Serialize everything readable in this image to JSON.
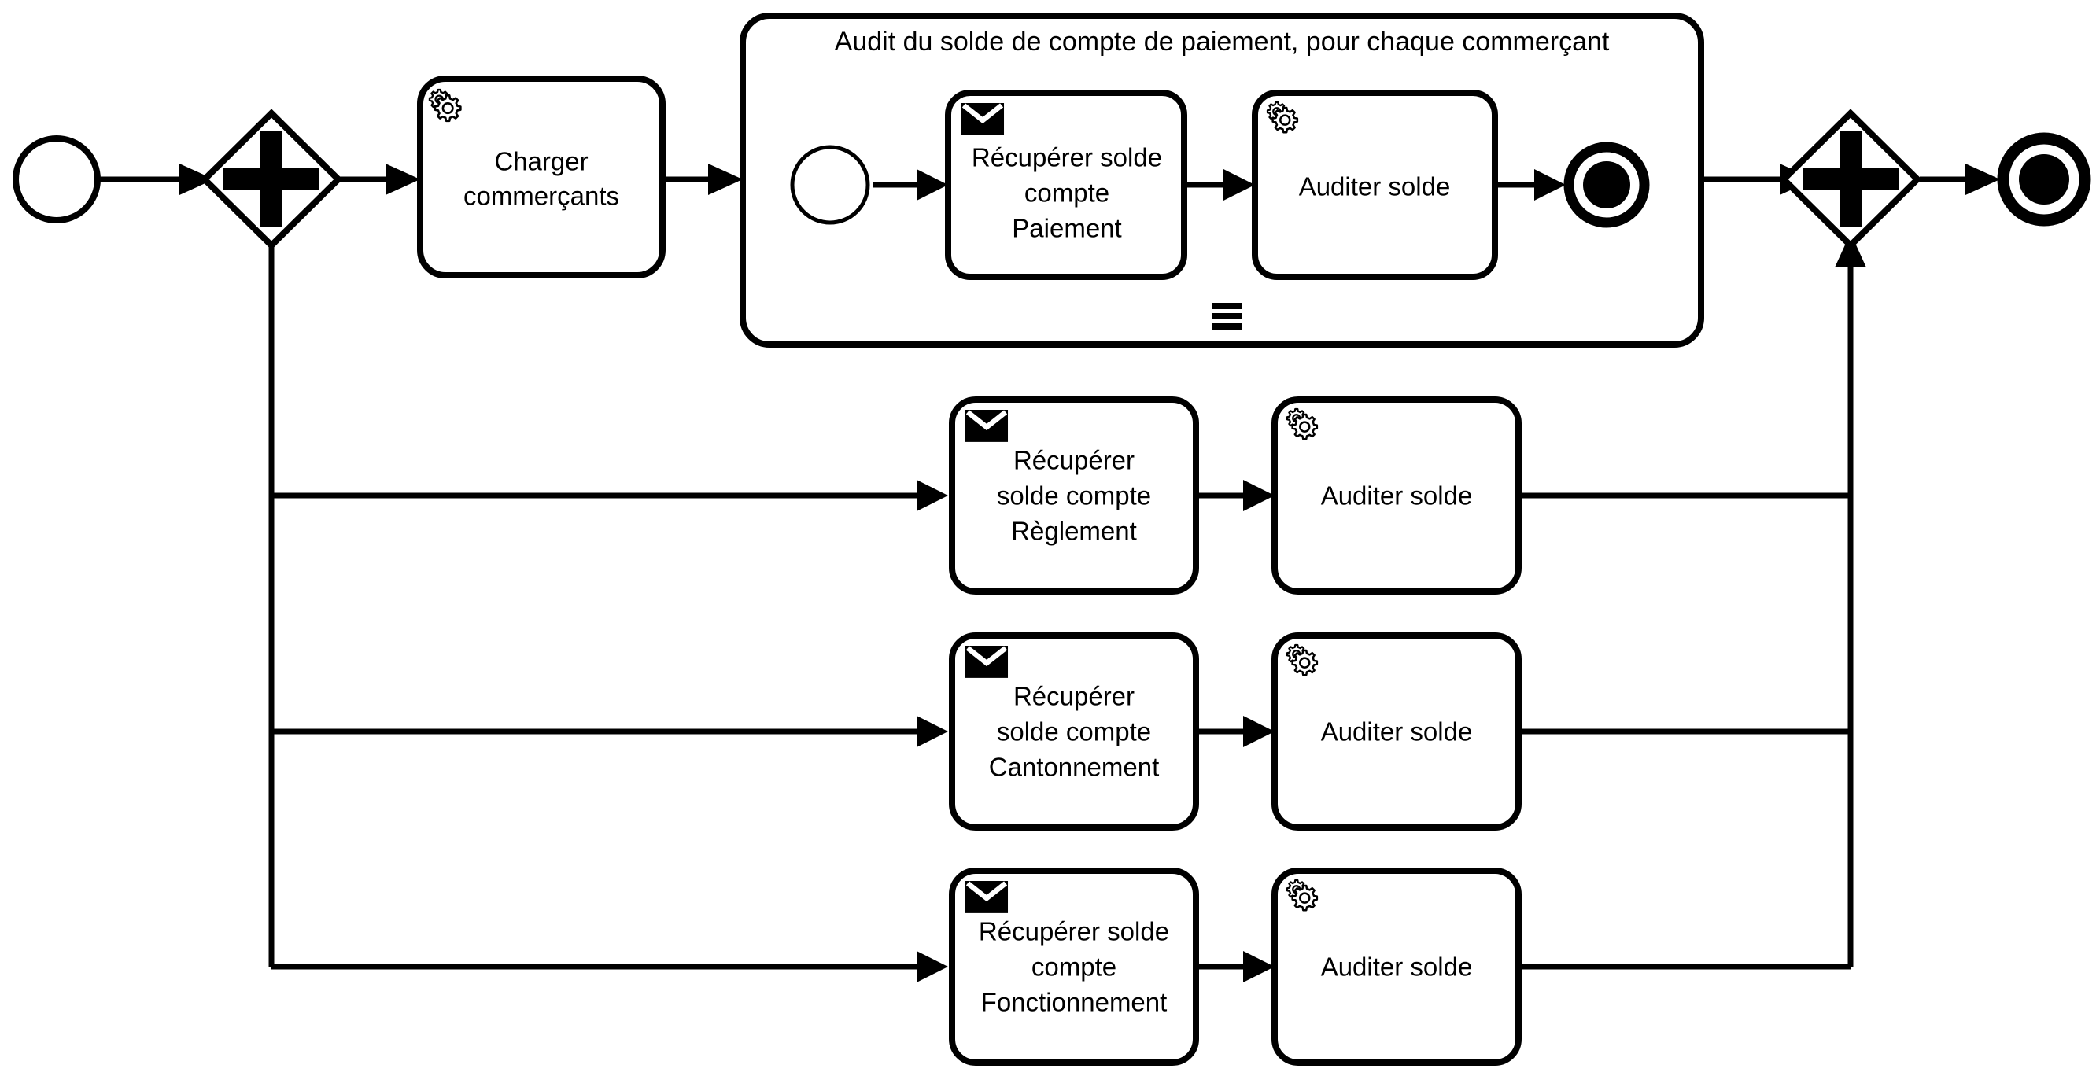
{
  "diagram": {
    "type": "bpmn-process-diagram",
    "language": "fr",
    "background_color": "#ffffff",
    "stroke_color": "#000000"
  },
  "subprocess": {
    "label": "Audit du solde de compte de paiement, pour chaque commerçant",
    "marker": "multi-instance-parallel",
    "start_event_name": "",
    "end_event_name": ""
  },
  "tasks": {
    "load_merchants": {
      "label_line1": "Charger",
      "label_line2": "commerçants",
      "type": "service-task",
      "icon": "gear-icon"
    },
    "fetch_payment": {
      "label_line1": "Récupérer solde",
      "label_line2": "compte",
      "label_line3": "Paiement",
      "type": "send-task",
      "icon": "envelope-icon"
    },
    "audit_payment": {
      "label_line1": "Auditer solde",
      "type": "service-task",
      "icon": "gear-icon"
    },
    "fetch_reglement": {
      "label_line1": "Récupérer",
      "label_line2": "solde compte",
      "label_line3": "Règlement",
      "type": "send-task",
      "icon": "envelope-icon"
    },
    "audit_reglement": {
      "label_line1": "Auditer solde",
      "type": "service-task",
      "icon": "gear-icon"
    },
    "fetch_cantonnement": {
      "label_line1": "Récupérer",
      "label_line2": "solde compte",
      "label_line3": "Cantonnement",
      "type": "send-task",
      "icon": "envelope-icon"
    },
    "audit_cantonnement": {
      "label_line1": "Auditer solde",
      "type": "service-task",
      "icon": "gear-icon"
    },
    "fetch_fonctionnement": {
      "label_line1": "Récupérer solde",
      "label_line2": "compte",
      "label_line3": "Fonctionnement",
      "type": "send-task",
      "icon": "envelope-icon"
    },
    "audit_fonctionnement": {
      "label_line1": "Auditer solde",
      "type": "service-task",
      "icon": "gear-icon"
    }
  },
  "gateways": {
    "split": {
      "type": "parallel-gateway",
      "symbol": "plus",
      "label": ""
    },
    "join": {
      "type": "parallel-gateway",
      "symbol": "plus",
      "label": ""
    }
  },
  "events": {
    "start": {
      "type": "start-event",
      "label": ""
    },
    "end": {
      "type": "end-event",
      "label": ""
    }
  }
}
